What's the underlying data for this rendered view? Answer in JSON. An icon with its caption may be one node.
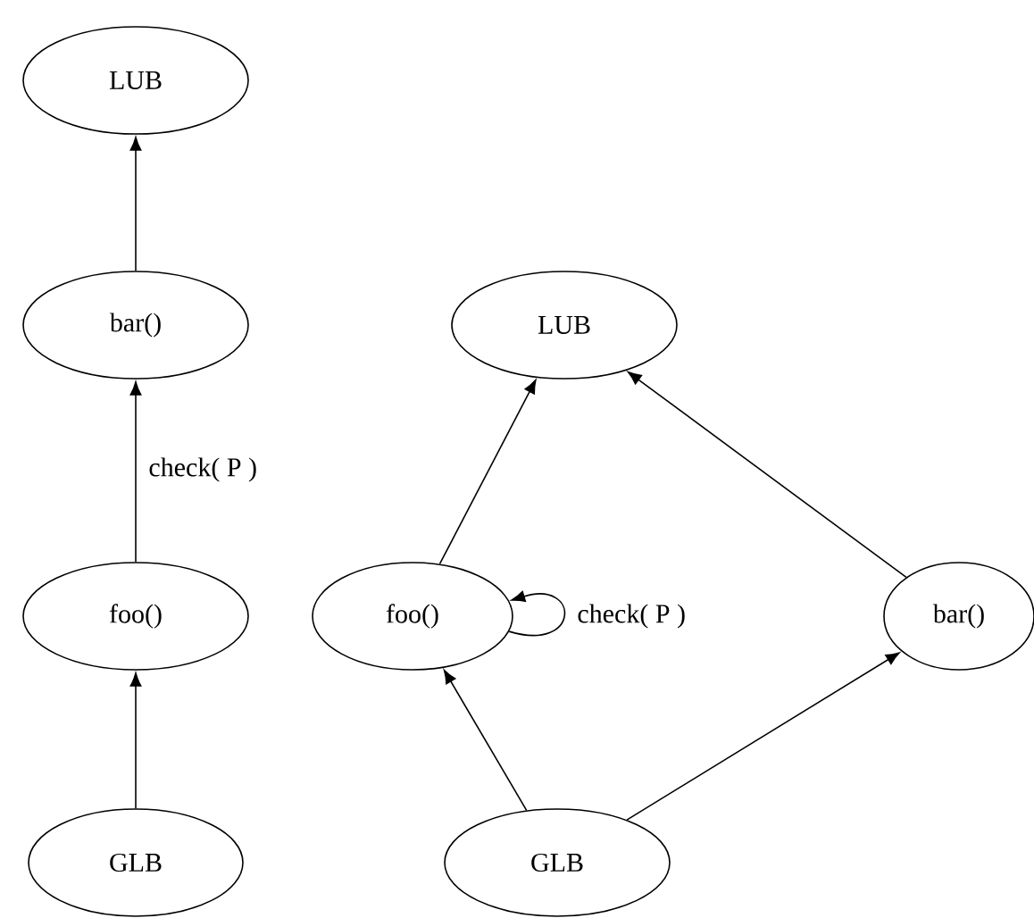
{
  "diagram": {
    "nodes": [
      {
        "text": [
          "LUB"
        ]
      },
      {
        "text": [
          "bar()"
        ]
      },
      {
        "text": [
          "LUB"
        ]
      },
      {
        "text": [
          "foo()"
        ]
      },
      {
        "text": [
          "foo()"
        ]
      },
      {
        "text": [
          "bar()"
        ]
      },
      {
        "text": [
          "GLB"
        ]
      },
      {
        "text": [
          "GLB"
        ]
      }
    ],
    "edges": [
      {
        "from": 1,
        "to": 0,
        "arrow": "to"
      },
      {
        "from": 3,
        "to": 1,
        "arrow": "to",
        "label": "check( P )"
      },
      {
        "from": 6,
        "to": 3,
        "arrow": "to"
      },
      {
        "from": 4,
        "to": 2,
        "arrow": "to"
      },
      {
        "from": 5,
        "to": 2,
        "arrow": "to"
      },
      {
        "from": 4,
        "to": 4,
        "arrow": "to",
        "label": "check( P )"
      },
      {
        "from": 7,
        "to": 4,
        "arrow": "to"
      },
      {
        "from": 7,
        "to": 5,
        "arrow": "to"
      }
    ]
  }
}
